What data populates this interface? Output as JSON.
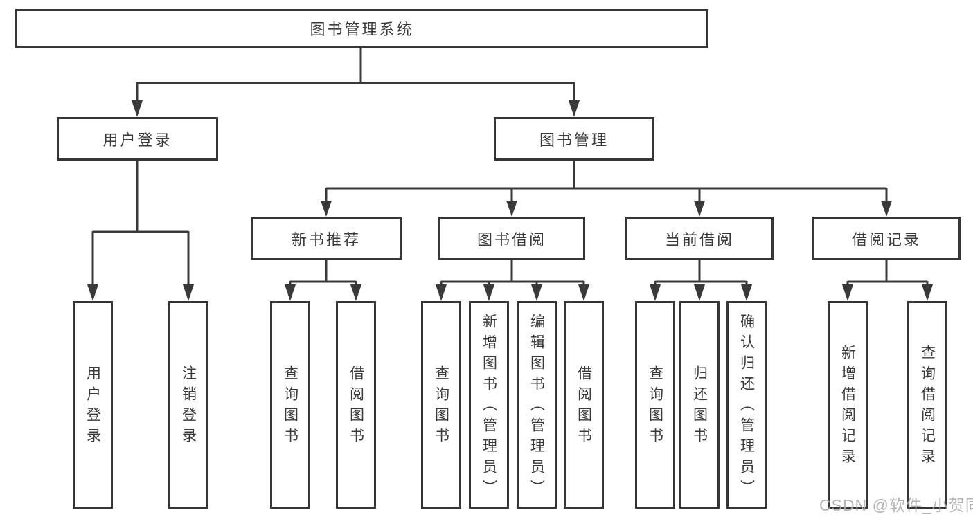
{
  "tree": {
    "root": {
      "label": "图书管理系统"
    },
    "level1": [
      {
        "label": "用户登录",
        "children": [
          {
            "label": "用户登录"
          },
          {
            "label": "注销登录"
          }
        ]
      },
      {
        "label": "图书管理",
        "children": [
          {
            "label": "新书推荐",
            "children": [
              {
                "label": "查询图书"
              },
              {
                "label": "借阅图书"
              }
            ]
          },
          {
            "label": "图书借阅",
            "children": [
              {
                "label": "查询图书"
              },
              {
                "label": "新增图书（管理员）"
              },
              {
                "label": "编辑图书（管理员）"
              },
              {
                "label": "借阅图书"
              }
            ]
          },
          {
            "label": "当前借阅",
            "children": [
              {
                "label": "查询图书"
              },
              {
                "label": "归还图书"
              },
              {
                "label": "确认归还（管理员）"
              }
            ]
          },
          {
            "label": "借阅记录",
            "children": [
              {
                "label": "新增借阅记录"
              },
              {
                "label": "查询借阅记录"
              }
            ]
          }
        ]
      }
    ]
  },
  "watermark": "CSDN @软件_小贺同学",
  "colors": {
    "line": "#3a3a3a",
    "border": "#363636",
    "text": "#3a3a3a",
    "watermark": "#a9a9a9",
    "background": "#ffffff"
  }
}
